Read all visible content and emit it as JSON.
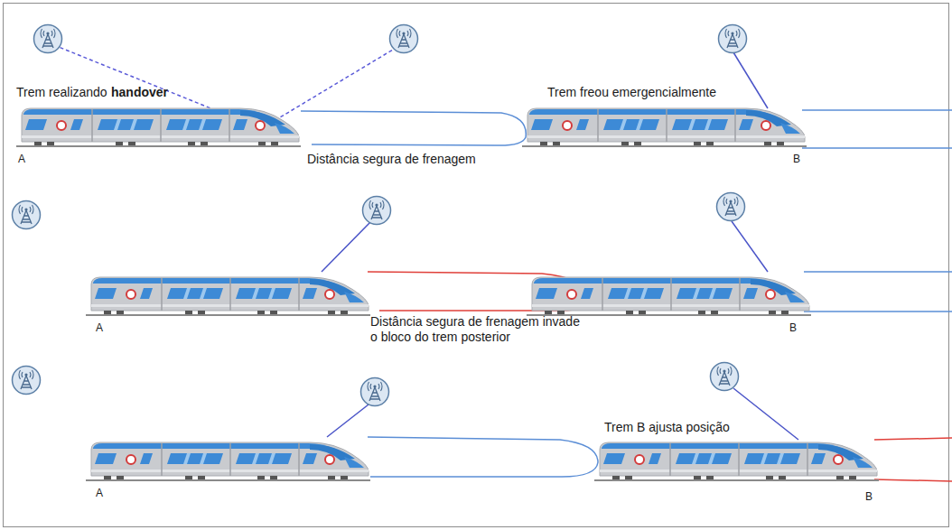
{
  "diagram": {
    "labels": [
      "Trem realizando",
      "handover",
      "A",
      "Distância segura de frenagem",
      "Trem freou emergencialmente",
      "B",
      "A",
      "Distância segura de frenagem invade o bloco do trem posterior",
      "B",
      "A",
      "Trem B ajusta posição",
      "B"
    ]
  }
}
